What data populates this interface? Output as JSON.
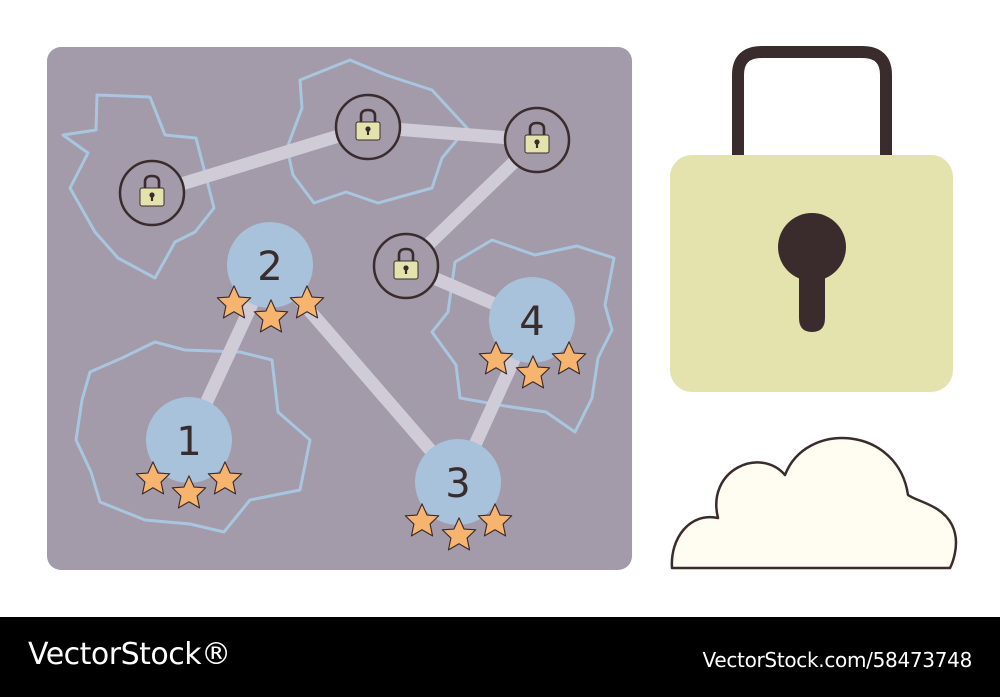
{
  "map": {
    "background": "#a39aaa",
    "region_stroke": "#a8c6df",
    "path_color": "#cfccd8",
    "node_fill": "#a8c2db",
    "star_color": "#f7b46e",
    "lock_ring": "#3a2c2c",
    "lock_fill": "#e5e3ad",
    "levels": [
      {
        "label": "1",
        "stars": 3
      },
      {
        "label": "2",
        "stars": 3
      },
      {
        "label": "3",
        "stars": 3
      },
      {
        "label": "4",
        "stars": 3
      }
    ],
    "locked_nodes": 4
  },
  "padlock": {
    "body_color": "#e5e3ad",
    "shackle_color": "#3a2c2c",
    "keyhole_color": "#3a2c2c"
  },
  "cloud": {
    "fill": "#fffdf1",
    "stroke": "#3a2c2c"
  },
  "footer": {
    "brand_left": "VectorStock®",
    "brand_right": "VectorStock.com/58473748"
  }
}
